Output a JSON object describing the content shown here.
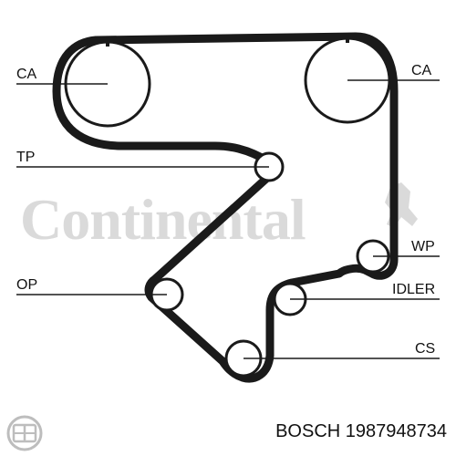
{
  "labels": {
    "ca_left": "CA",
    "ca_right": "CA",
    "tp": "TP",
    "wp": "WP",
    "op": "OP",
    "idler": "IDLER",
    "cs": "CS"
  },
  "watermark": "Continental",
  "footer": {
    "brand": "BOSCH",
    "part_number": "1987948734",
    "text": "BOSCH 1987948734"
  },
  "colors": {
    "belt": "#1a1a1a",
    "watermark": "#dadada",
    "text": "#111111"
  },
  "icons": [
    "bosch-logo-icon",
    "continental-horse-icon"
  ]
}
